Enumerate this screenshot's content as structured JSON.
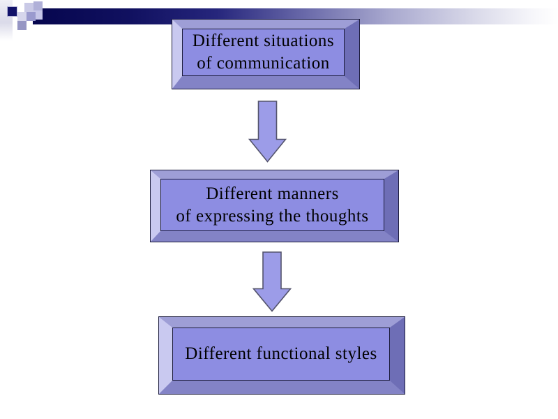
{
  "diagram": {
    "boxes": [
      {
        "name": "different-situations",
        "lines": [
          "Different situations",
          "of communication"
        ]
      },
      {
        "name": "different-manners",
        "lines": [
          "Different manners",
          "of expressing the thoughts"
        ]
      },
      {
        "name": "different-functional-styles",
        "lines": [
          "Different functional styles"
        ]
      }
    ],
    "arrows": [
      {
        "name": "arrow-1",
        "direction": "down"
      },
      {
        "name": "arrow-2",
        "direction": "down"
      }
    ],
    "colors": {
      "box_face": "#8d8de2",
      "box_bevel_left": "#c9c9f0",
      "box_bevel_top": "#9e9ed6",
      "box_bevel_right": "#6e6eb6",
      "box_bevel_bottom": "#8383c6",
      "box_outline": "#1c1c3c",
      "arrow_fill": "#9c9ce8",
      "arrow_outline": "#53536b",
      "banner_navy": "#06064e",
      "banner_fade": "#ffffff",
      "decor_square_dark": "#12126a",
      "text": "#000000"
    }
  }
}
